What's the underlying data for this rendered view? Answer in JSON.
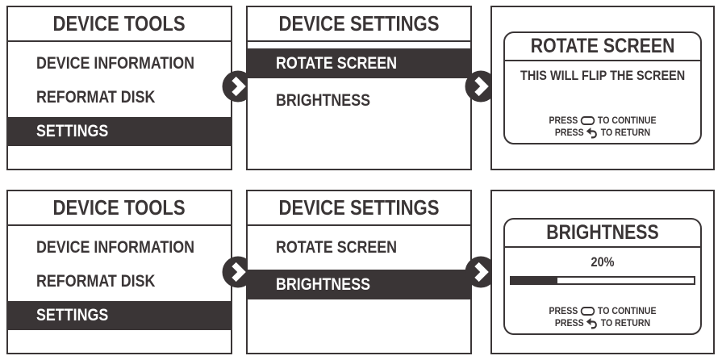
{
  "colors": {
    "ink": "#3a3536",
    "bg": "#ffffff",
    "sel-text": "#ffffff"
  },
  "rows": [
    {
      "name": "rotate-screen-flow",
      "arrow_icon": "next-arrow-icon",
      "screens": [
        {
          "type": "menu",
          "title": "DEVICE TOOLS",
          "items": [
            {
              "label": "DEVICE INFORMATION",
              "selected": false
            },
            {
              "label": "REFORMAT DISK",
              "selected": false
            },
            {
              "label": "SETTINGS",
              "selected": true
            }
          ]
        },
        {
          "type": "menu",
          "title": "DEVICE SETTINGS",
          "items": [
            {
              "label": "ROTATE SCREEN",
              "selected": true
            },
            {
              "label": "BRIGHTNESS",
              "selected": false
            }
          ]
        },
        {
          "type": "dialog",
          "dialog": {
            "title": "ROTATE SCREEN",
            "message": "THIS WILL FLIP THE SCREEN",
            "press_continue": {
              "prefix": "PRESS",
              "icon": "continue-button-icon",
              "suffix": "TO CONTINUE"
            },
            "press_return": {
              "prefix": "PRESS",
              "icon": "return-arrow-icon",
              "suffix": "TO RETURN"
            }
          }
        }
      ]
    },
    {
      "name": "brightness-flow",
      "arrow_icon": "next-arrow-icon",
      "screens": [
        {
          "type": "menu",
          "title": "DEVICE TOOLS",
          "items": [
            {
              "label": "DEVICE INFORMATION",
              "selected": false
            },
            {
              "label": "REFORMAT DISK",
              "selected": false
            },
            {
              "label": "SETTINGS",
              "selected": true
            }
          ]
        },
        {
          "type": "menu",
          "title": "DEVICE SETTINGS",
          "items": [
            {
              "label": "ROTATE SCREEN",
              "selected": false
            },
            {
              "label": "BRIGHTNESS",
              "selected": true
            }
          ]
        },
        {
          "type": "dialog",
          "dialog": {
            "title": "BRIGHTNESS",
            "value_label": "20%",
            "progress_fill_percent": 25,
            "press_continue": {
              "prefix": "PRESS",
              "icon": "continue-button-icon",
              "suffix": "TO CONTINUE"
            },
            "press_return": {
              "prefix": "PRESS",
              "icon": "return-arrow-icon",
              "suffix": "TO RETURN"
            }
          }
        }
      ]
    }
  ]
}
